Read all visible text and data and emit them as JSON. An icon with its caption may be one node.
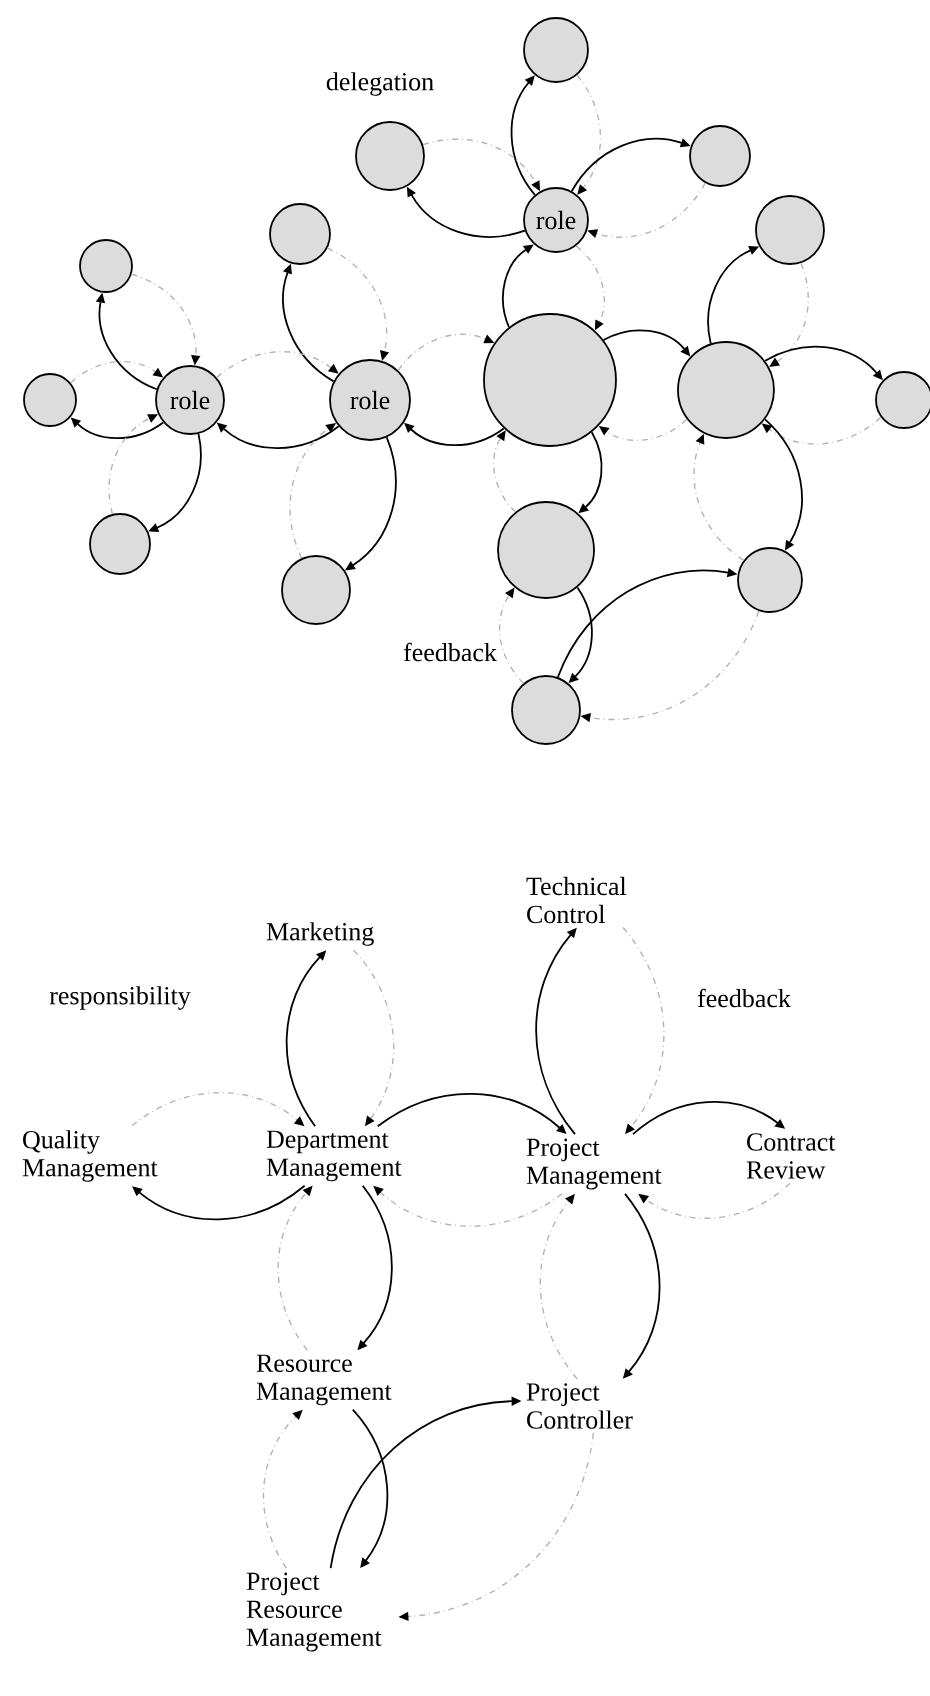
{
  "diagram": {
    "nodes": [
      {
        "text": [],
        "shape": "circle"
      },
      {
        "text": [],
        "shape": "circle"
      },
      {
        "text": [],
        "shape": "circle"
      },
      {
        "text": [
          "role"
        ]
      },
      {
        "text": [],
        "shape": "circle"
      },
      {
        "text": [],
        "shape": "circle"
      },
      {
        "text": [],
        "shape": "circle"
      },
      {
        "text": [
          "role"
        ]
      },
      {
        "text": [
          "role"
        ]
      },
      {
        "text": [],
        "shape": "circle"
      },
      {
        "text": [],
        "shape": "circle"
      },
      {
        "text": [],
        "shape": "circle"
      },
      {
        "text": [],
        "shape": "circle"
      },
      {
        "text": [],
        "shape": "circle"
      },
      {
        "text": [],
        "shape": "circle"
      },
      {
        "text": [],
        "shape": "circle"
      },
      {
        "text": [],
        "shape": "circle"
      },
      {
        "text": [],
        "shape": "circle"
      },
      {
        "text": [
          "Marketing"
        ]
      },
      {
        "text": [
          "Technical Control"
        ]
      },
      {
        "text": [
          "Quality Management"
        ]
      },
      {
        "text": [
          "Department Management"
        ]
      },
      {
        "text": [
          "Project Management"
        ]
      },
      {
        "text": [
          "Contract Review"
        ]
      },
      {
        "text": [
          "Resource Management"
        ]
      },
      {
        "text": [
          "Project Controller"
        ]
      },
      {
        "text": [
          "Project Resource Management"
        ]
      }
    ],
    "edges": [
      {
        "from": 3,
        "to": 0,
        "arrow": "to",
        "label": "delegation"
      },
      {
        "from": 0,
        "to": 3,
        "arrow": "to",
        "style": "dashed",
        "color": "#b4b4b4"
      },
      {
        "from": 3,
        "to": 2,
        "arrow": "to"
      },
      {
        "from": 2,
        "to": 3,
        "arrow": "to",
        "style": "dashed",
        "color": "#b4b4b4"
      },
      {
        "from": 3,
        "to": 1,
        "arrow": "to"
      },
      {
        "from": 1,
        "to": 3,
        "arrow": "to",
        "style": "dashed",
        "color": "#b4b4b4"
      },
      {
        "from": 9,
        "to": 3,
        "arrow": "to"
      },
      {
        "from": 3,
        "to": 9,
        "arrow": "to",
        "style": "dashed",
        "color": "#b4b4b4"
      },
      {
        "from": 9,
        "to": 10,
        "arrow": "to"
      },
      {
        "from": 10,
        "to": 9,
        "arrow": "to",
        "style": "dashed",
        "color": "#b4b4b4"
      },
      {
        "from": 10,
        "to": 5,
        "arrow": "to"
      },
      {
        "from": 5,
        "to": 10,
        "arrow": "to",
        "style": "dashed",
        "color": "#b4b4b4"
      },
      {
        "from": 10,
        "to": 12,
        "arrow": "to"
      },
      {
        "from": 12,
        "to": 10,
        "arrow": "to",
        "style": "dashed",
        "color": "#b4b4b4"
      },
      {
        "from": 8,
        "to": 4,
        "arrow": "to"
      },
      {
        "from": 4,
        "to": 8,
        "arrow": "to",
        "style": "dashed",
        "color": "#b4b4b4"
      },
      {
        "from": 8,
        "to": 7,
        "arrow": "to"
      },
      {
        "from": 7,
        "to": 8,
        "arrow": "to",
        "style": "dashed",
        "color": "#b4b4b4"
      },
      {
        "from": 7,
        "to": 6,
        "arrow": "to"
      },
      {
        "from": 6,
        "to": 7,
        "arrow": "to",
        "style": "dashed",
        "color": "#b4b4b4"
      },
      {
        "from": 7,
        "to": 11,
        "arrow": "to"
      },
      {
        "from": 11,
        "to": 7,
        "arrow": "to",
        "style": "dashed",
        "color": "#b4b4b4"
      },
      {
        "from": 7,
        "to": 13,
        "arrow": "to"
      },
      {
        "from": 13,
        "to": 7,
        "arrow": "to",
        "style": "dashed",
        "color": "#b4b4b4"
      },
      {
        "from": 9,
        "to": 8,
        "arrow": "to"
      },
      {
        "from": 8,
        "to": 9,
        "arrow": "to",
        "style": "dashed",
        "color": "#b4b4b4"
      },
      {
        "from": 8,
        "to": 14,
        "arrow": "to"
      },
      {
        "from": 14,
        "to": 8,
        "arrow": "to",
        "style": "dashed",
        "color": "#b4b4b4"
      },
      {
        "from": 9,
        "to": 15,
        "arrow": "to"
      },
      {
        "from": 15,
        "to": 9,
        "arrow": "to",
        "style": "dashed",
        "color": "#b4b4b4"
      },
      {
        "from": 10,
        "to": 16,
        "arrow": "to"
      },
      {
        "from": 16,
        "to": 10,
        "arrow": "to",
        "style": "dashed",
        "color": "#b4b4b4"
      },
      {
        "from": 15,
        "to": 17,
        "arrow": "to"
      },
      {
        "from": 17,
        "to": 15,
        "arrow": "to",
        "style": "dashed",
        "color": "#b4b4b4",
        "label": "feedback"
      },
      {
        "from": 17,
        "to": 16,
        "arrow": "to"
      },
      {
        "from": 16,
        "to": 17,
        "arrow": "to",
        "style": "dashed",
        "color": "#b4b4b4"
      },
      {
        "from": 21,
        "to": 18,
        "arrow": "to",
        "label": "responsibility"
      },
      {
        "from": 18,
        "to": 21,
        "arrow": "to",
        "style": "dashed",
        "color": "#b4b4b4"
      },
      {
        "from": 22,
        "to": 19,
        "arrow": "to"
      },
      {
        "from": 19,
        "to": 22,
        "arrow": "to",
        "style": "dashed",
        "color": "#b4b4b4",
        "label": "feedback"
      },
      {
        "from": 21,
        "to": 22,
        "arrow": "to"
      },
      {
        "from": 22,
        "to": 21,
        "arrow": "to",
        "style": "dashed",
        "color": "#b4b4b4"
      },
      {
        "from": 22,
        "to": 23,
        "arrow": "to"
      },
      {
        "from": 23,
        "to": 22,
        "arrow": "to",
        "style": "dashed",
        "color": "#b4b4b4"
      },
      {
        "from": 21,
        "to": 20,
        "arrow": "to"
      },
      {
        "from": 20,
        "to": 21,
        "arrow": "to",
        "style": "dashed",
        "color": "#b4b4b4"
      },
      {
        "from": 21,
        "to": 24,
        "arrow": "to"
      },
      {
        "from": 24,
        "to": 21,
        "arrow": "to",
        "style": "dashed",
        "color": "#b4b4b4"
      },
      {
        "from": 22,
        "to": 25,
        "arrow": "to"
      },
      {
        "from": 25,
        "to": 22,
        "arrow": "to",
        "style": "dashed",
        "color": "#b4b4b4"
      },
      {
        "from": 24,
        "to": 26,
        "arrow": "to"
      },
      {
        "from": 26,
        "to": 24,
        "arrow": "to",
        "style": "dashed",
        "color": "#b4b4b4"
      },
      {
        "from": 26,
        "to": 25,
        "arrow": "to"
      },
      {
        "from": 25,
        "to": 26,
        "arrow": "to",
        "style": "dashed",
        "color": "#b4b4b4"
      }
    ]
  }
}
